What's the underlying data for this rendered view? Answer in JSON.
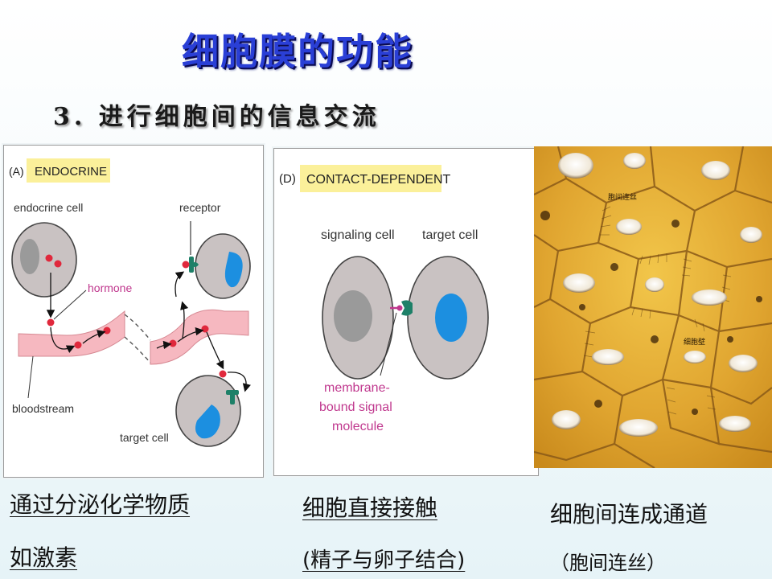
{
  "slide": {
    "title": "细胞膜的功能",
    "subtitle": "3. 进行细胞间的信息交流"
  },
  "panel_a": {
    "tag": "(A)",
    "heading": "ENDOCRINE",
    "endocrine_cell": "endocrine cell",
    "receptor": "receptor",
    "hormone": "hormone",
    "bloodstream": "bloodstream",
    "target_cell": "target cell"
  },
  "panel_d": {
    "tag": "(D)",
    "heading": "CONTACT-DEPENDENT",
    "signaling_cell": "signaling cell",
    "target_cell": "target cell",
    "signal_line1": "membrane-",
    "signal_line2": "bound signal",
    "signal_line3": "molecule"
  },
  "micrograph": {
    "label_plasmodesmata": "胞间连丝",
    "label_cell_wall": "细胞壁"
  },
  "captions": {
    "left_line1": "通过分泌化学物质",
    "left_line2": "如激素",
    "middle_line1": "细胞直接接触",
    "middle_line2": "(精子与卵子结合)",
    "right_line1": "细胞间连成通道",
    "right_line2": "（胞间连丝）"
  },
  "colors": {
    "title": "#2a3fd6",
    "bloodstream": "#f6b8c0",
    "hormone": "#e0283c",
    "receptor": "#1e8068",
    "nucleus_target": "#1c8fe0",
    "nucleus_source": "#9a9a9a",
    "cell_fill": "#c9c2c2",
    "label_highlight": "#fbf09a",
    "signal_label": "#c0388e"
  }
}
